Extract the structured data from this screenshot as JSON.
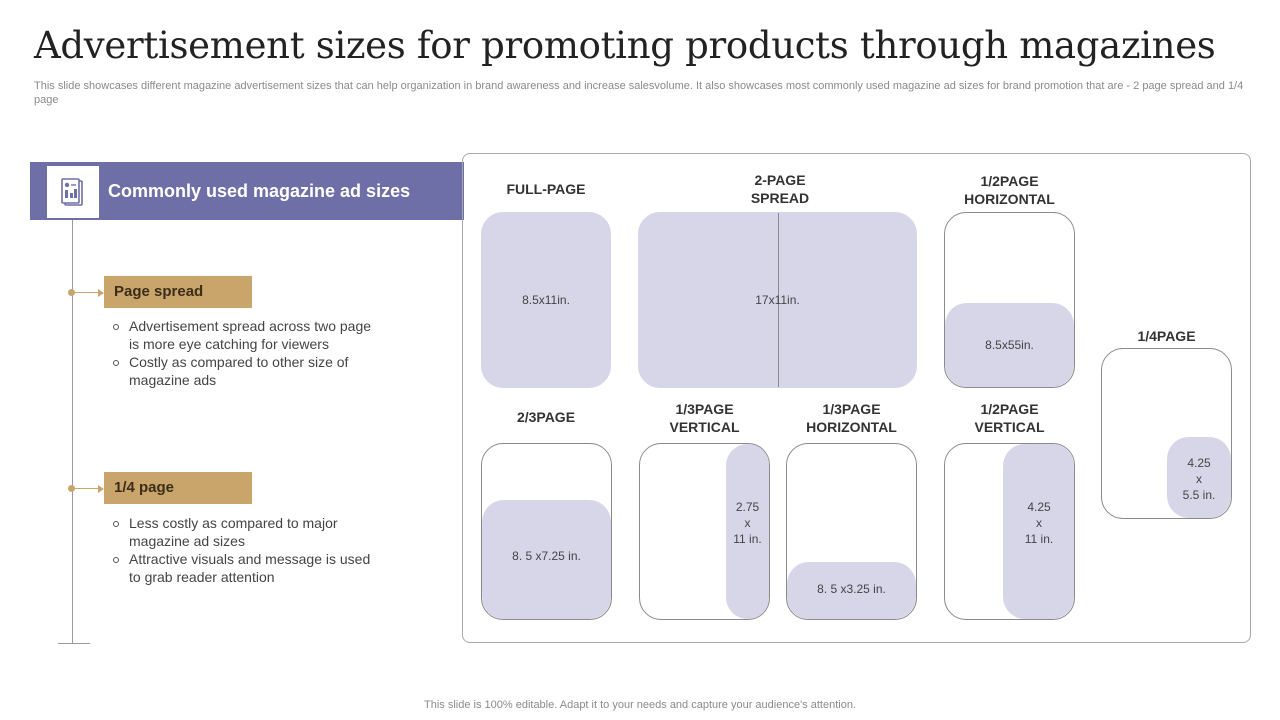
{
  "title": "Advertisement sizes for promoting products through magazines",
  "subtitle": "This slide showcases different magazine advertisement sizes that can help organization in brand awareness and increase salesvolume. It also showcases most commonly used magazine ad sizes for brand promotion that are - 2 page spread and 1/4 page",
  "sidebar": {
    "header": "Commonly used magazine ad sizes",
    "sections": [
      {
        "tag": "Page spread",
        "bullets": [
          "Advertisement spread across two page is more eye catching for viewers",
          "Costly as compared to other size of magazine ads"
        ]
      },
      {
        "tag": "1/4 page",
        "bullets": [
          "Less costly as compared to major magazine ad sizes",
          "Attractive visuals and message is used to grab reader attention"
        ]
      }
    ]
  },
  "sizes": {
    "full_page": {
      "label": "FULL-PAGE",
      "dim": "8.5x11in."
    },
    "two_page_spread": {
      "label": "2-PAGE\nSPREAD",
      "dim": "17x11in."
    },
    "half_horizontal": {
      "label": "1/2PAGE\nHORIZONTAL",
      "dim": "8.5x55in."
    },
    "quarter": {
      "label": "1/4PAGE",
      "dim": "4.25\nx\n5.5 in."
    },
    "two_thirds": {
      "label": "2/3PAGE",
      "dim": "8. 5 x7.25 in."
    },
    "third_vertical": {
      "label": "1/3PAGE\nVERTICAL",
      "dim": "2.75\nx\n11 in."
    },
    "third_horizontal": {
      "label": "1/3PAGE\nHORIZONTAL",
      "dim": "8. 5 x3.25 in."
    },
    "half_vertical": {
      "label": "1/2PAGE\nVERTICAL",
      "dim": "4.25\nx\n11 in."
    }
  },
  "colors": {
    "accent_purple": "#6f6fa7",
    "accent_gold": "#c9a46b",
    "fill_lavender": "#d6d6e8"
  },
  "footer": "This slide is 100% editable. Adapt it to your needs and capture your audience's attention."
}
